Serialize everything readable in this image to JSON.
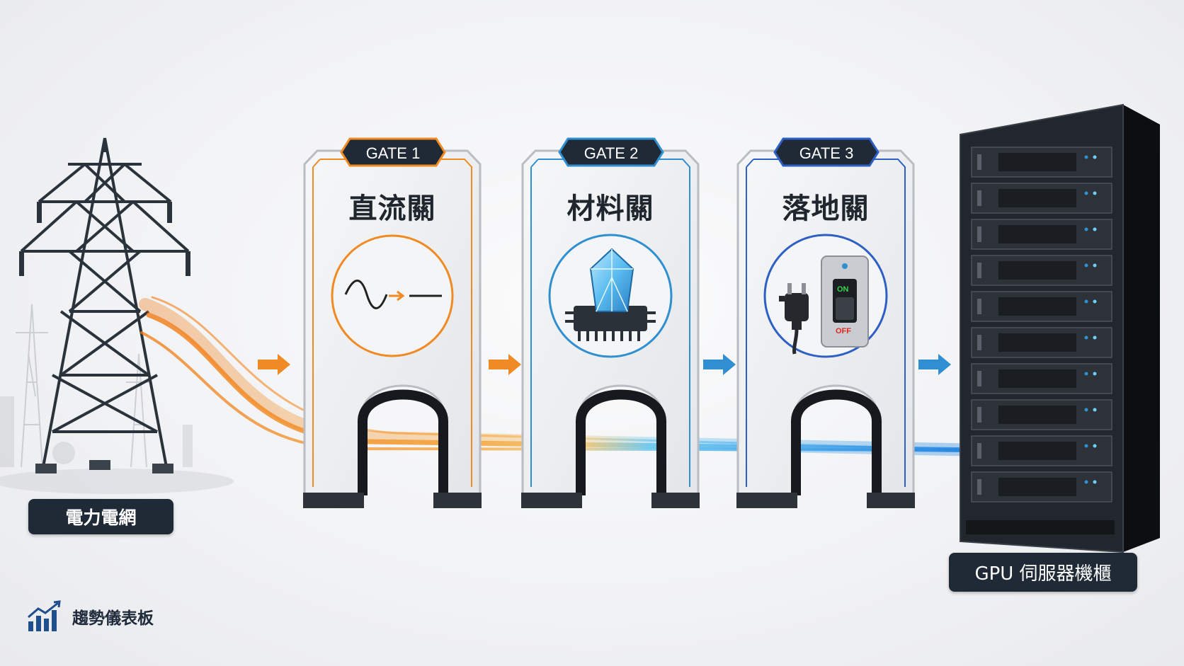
{
  "grid": {
    "label": "電力電網"
  },
  "gates": [
    {
      "tag": "GATE 1",
      "title": "直流關",
      "accent": "#f08a24",
      "icon": "ac-to-dc-icon"
    },
    {
      "tag": "GATE 2",
      "title": "材料關",
      "accent": "#2f8fd0",
      "icon": "crystal-chip-icon"
    },
    {
      "tag": "GATE 3",
      "title": "落地關",
      "accent": "#2d5fc4",
      "icon": "plug-switch-icon"
    }
  ],
  "switch": {
    "on": "ON",
    "off": "OFF"
  },
  "rack": {
    "label": "GPU 伺服器機櫃"
  },
  "brand": {
    "name": "趨勢儀表板",
    "icon": "bar-chart-trend-icon"
  },
  "colors": {
    "orange": "#f08a24",
    "blue": "#2f8fd0",
    "dark": "#1f2a36"
  }
}
